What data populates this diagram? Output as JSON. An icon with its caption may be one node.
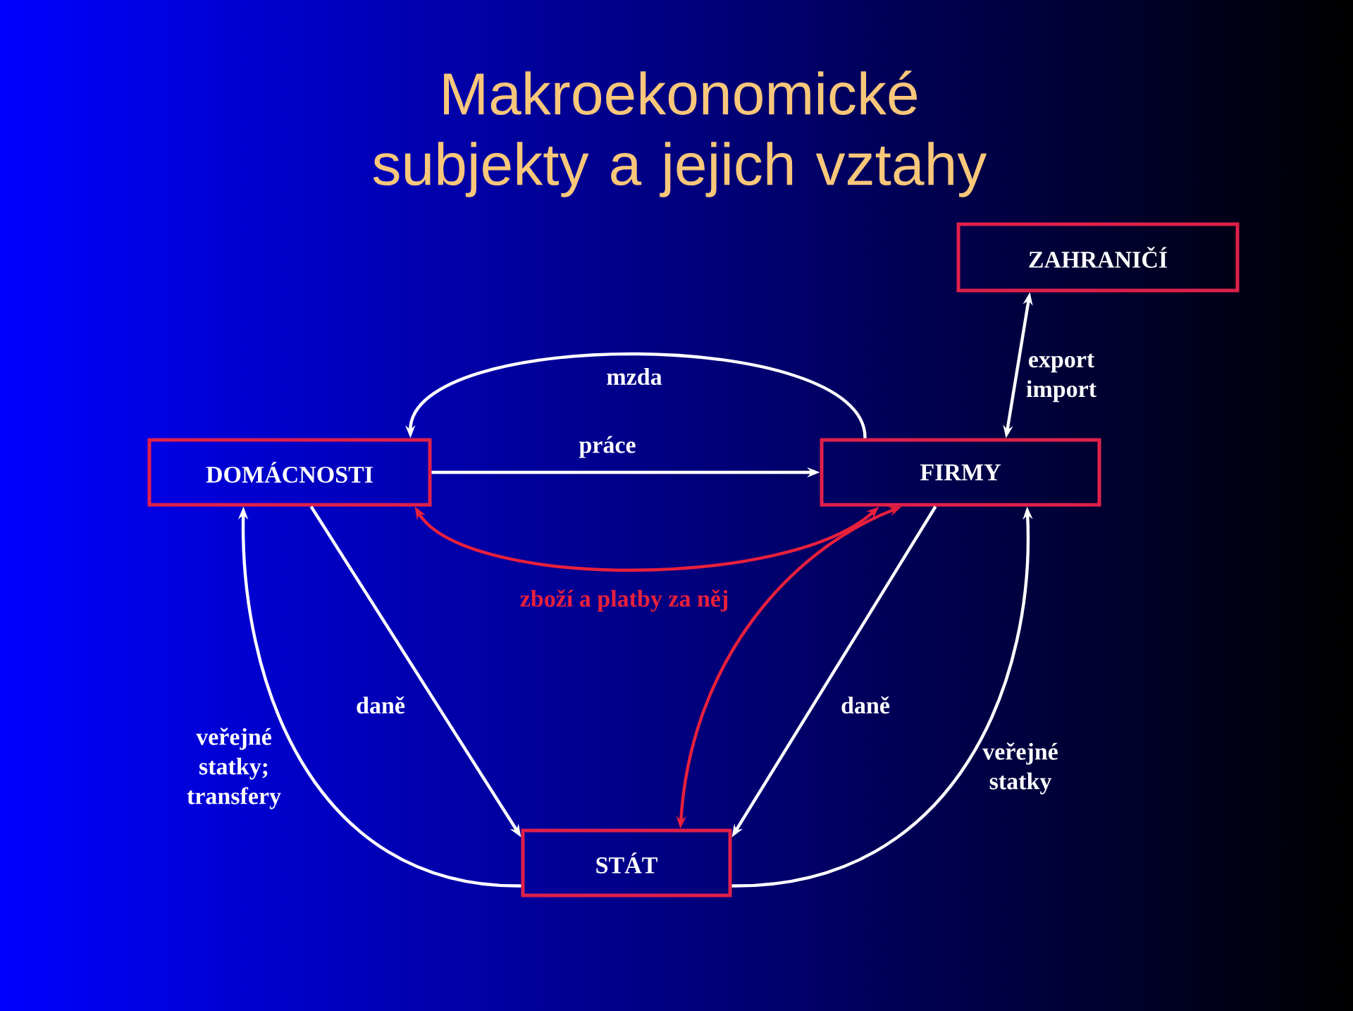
{
  "diagram": {
    "title": "Makroekonomické subjekty a jejich vztahy",
    "nodes": [
      {
        "text": [
          "DOMÁCNOSTI"
        ]
      },
      {
        "text": [
          "FIRMY"
        ]
      },
      {
        "text": [
          "ZAHRANIČÍ"
        ]
      },
      {
        "text": [
          "STÁT"
        ]
      }
    ],
    "edges": [
      {
        "from": 1,
        "to": 0,
        "arrow": "to",
        "label": "mzda"
      },
      {
        "from": 0,
        "to": 1,
        "arrow": "to",
        "label": "práce"
      },
      {
        "from": 0,
        "to": 1,
        "arrow": "both",
        "color": "#e8203c",
        "label": "zboží a platby za něj"
      },
      {
        "from": 3,
        "to": 1,
        "arrow": "both",
        "color": "#e8203c"
      },
      {
        "from": 0,
        "to": 3,
        "arrow": "to",
        "label": "daně"
      },
      {
        "from": 1,
        "to": 3,
        "arrow": "to",
        "label": "daně"
      },
      {
        "from": 3,
        "to": 0,
        "arrow": "to",
        "label": "veřejné statky; transfery"
      },
      {
        "from": 3,
        "to": 1,
        "arrow": "to",
        "label": "veřejné statky"
      },
      {
        "from": 1,
        "to": 2,
        "arrow": "both",
        "label": "export import"
      }
    ]
  }
}
